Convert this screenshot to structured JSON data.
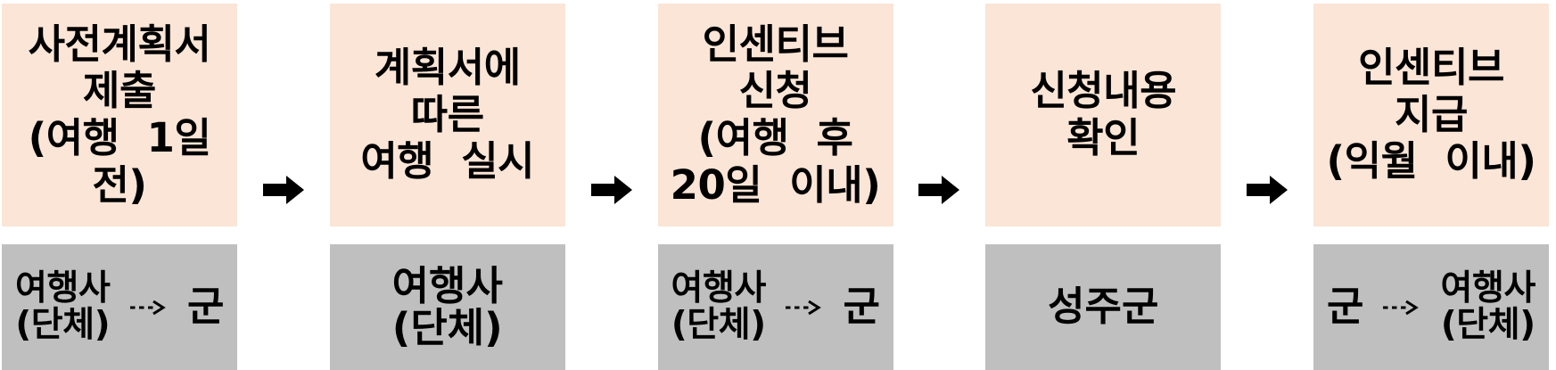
{
  "colors": {
    "step_fill": "#FBE5D6",
    "actor_fill": "#BFBFBF",
    "text": "#000000",
    "arrow": "#000000",
    "background": "#FFFFFF"
  },
  "flow": {
    "connector_icon": "right-block-arrow",
    "transfer_icon": "dashed-right-arrow",
    "steps": [
      {
        "id": 1,
        "title_lines": [
          "사전계획서",
          "제출",
          "(여행 1일전)"
        ],
        "actor": {
          "kind": "transfer",
          "from": [
            "여행사",
            "(단체)"
          ],
          "to": [
            "군"
          ]
        }
      },
      {
        "id": 2,
        "title_lines": [
          "계획서에",
          "따른",
          "여행 실시"
        ],
        "actor": {
          "kind": "single",
          "name": [
            "여행사",
            "(단체)"
          ]
        }
      },
      {
        "id": 3,
        "title_lines": [
          "인센티브",
          "신청",
          "(여행 후",
          "20일 이내)"
        ],
        "actor": {
          "kind": "transfer",
          "from": [
            "여행사",
            "(단체)"
          ],
          "to": [
            "군"
          ]
        }
      },
      {
        "id": 4,
        "title_lines": [
          "신청내용",
          "확인"
        ],
        "actor": {
          "kind": "single",
          "name": [
            "성주군"
          ]
        }
      },
      {
        "id": 5,
        "title_lines": [
          "인센티브",
          "지급",
          "(익월 이내)"
        ],
        "actor": {
          "kind": "transfer",
          "from": [
            "군"
          ],
          "to": [
            "여행사",
            "(단체)"
          ]
        }
      }
    ]
  }
}
